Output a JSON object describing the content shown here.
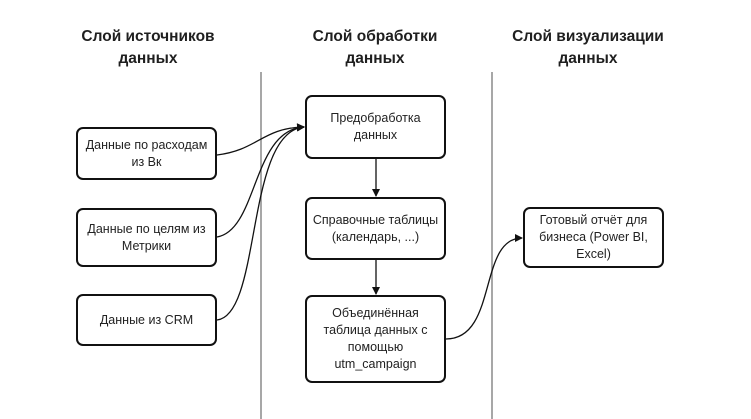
{
  "layers": [
    {
      "title": "Слой источников\nданных"
    },
    {
      "title": "Слой обработки\nданных"
    },
    {
      "title": "Слой визуализации\nданных"
    }
  ],
  "nodes": {
    "source_vk": "Данные по расходам\nиз Вк",
    "source_metrika": "Данные по целям из\nМетрики",
    "source_crm": "Данные из CRM",
    "preprocessing": "Предобработка\nданных",
    "reference_tables": "Справочные таблицы\n(календарь, ...)",
    "merged_table": "Объединённая\nтаблица данных с\nпомощью\nutm_campaign",
    "final_report": "Готовый отчёт для\nбизнеса (Power BI,\nExcel)"
  },
  "colors": {
    "stroke": "#111111",
    "divider": "#8a8a8a",
    "text": "#222222"
  }
}
